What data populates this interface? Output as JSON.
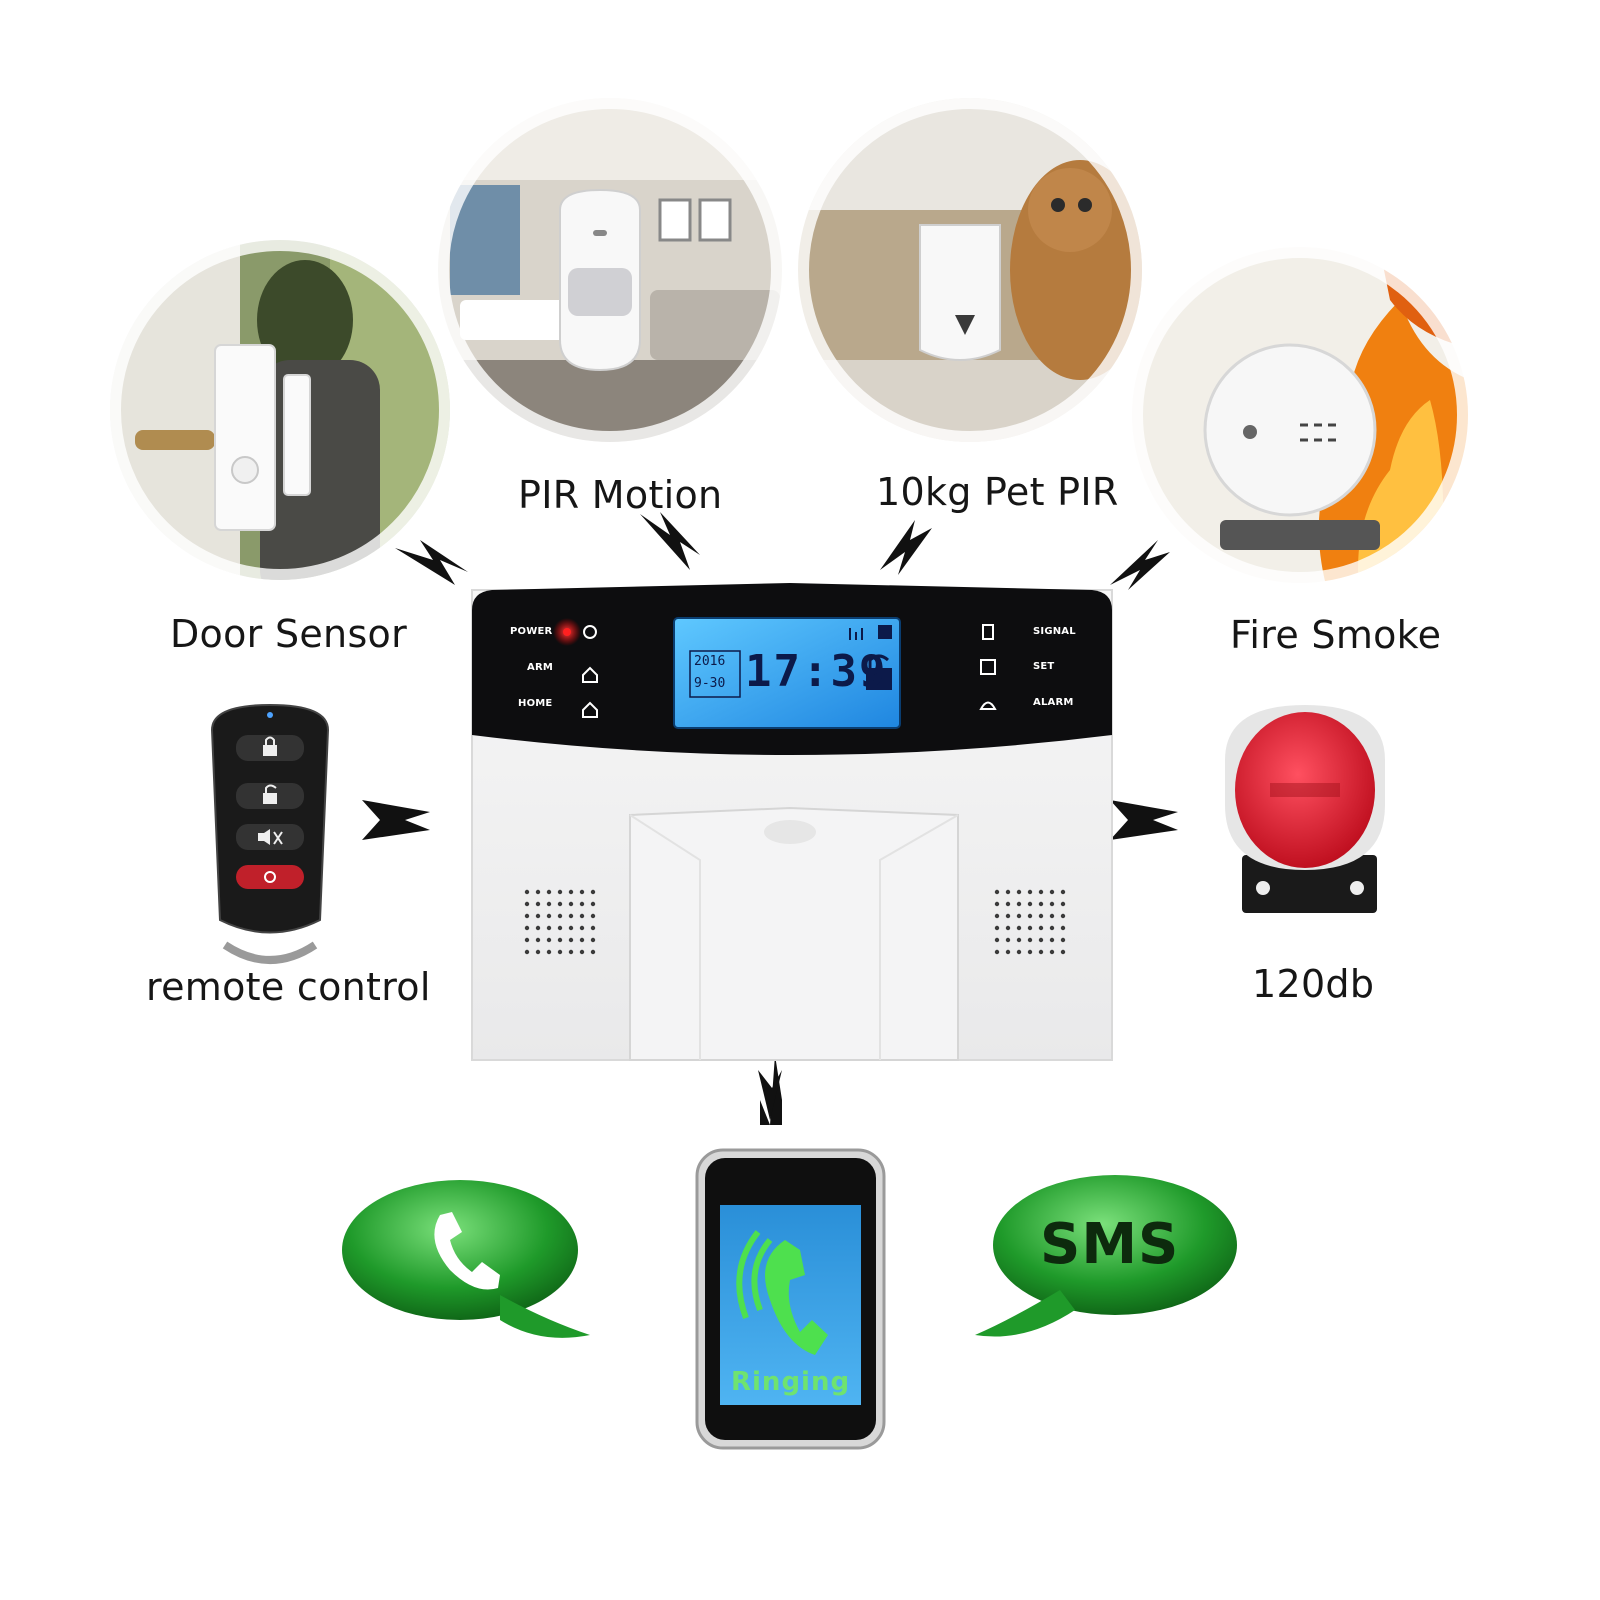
{
  "sensors": {
    "door_sensor": "Door Sensor",
    "pir_motion": "PIR Motion",
    "pet_pir": "10kg Pet PIR",
    "fire_smoke": "Fire Smoke",
    "remote_control": "remote control",
    "siren": "120db"
  },
  "panel": {
    "power_label": "POWER",
    "arm_label": "ARM",
    "home_label": "HOME",
    "signal_label": "SIGNAL",
    "set_label": "SET",
    "alarm_label": "ALARM",
    "lcd_year": "2016",
    "lcd_date": "9-30",
    "lcd_time": "17:39"
  },
  "notify": {
    "sms_text": "SMS",
    "phone_status": "Ringing"
  },
  "colors": {
    "bubble_green": "#1f9a2a",
    "lcd_blue": "#3ab0f0",
    "siren_red": "#e02030",
    "panel_black": "#0d0d0f"
  },
  "icons": [
    "phone-icon",
    "lock-icon",
    "unlock-icon",
    "mute-icon",
    "sos-icon",
    "arrow-icon"
  ]
}
